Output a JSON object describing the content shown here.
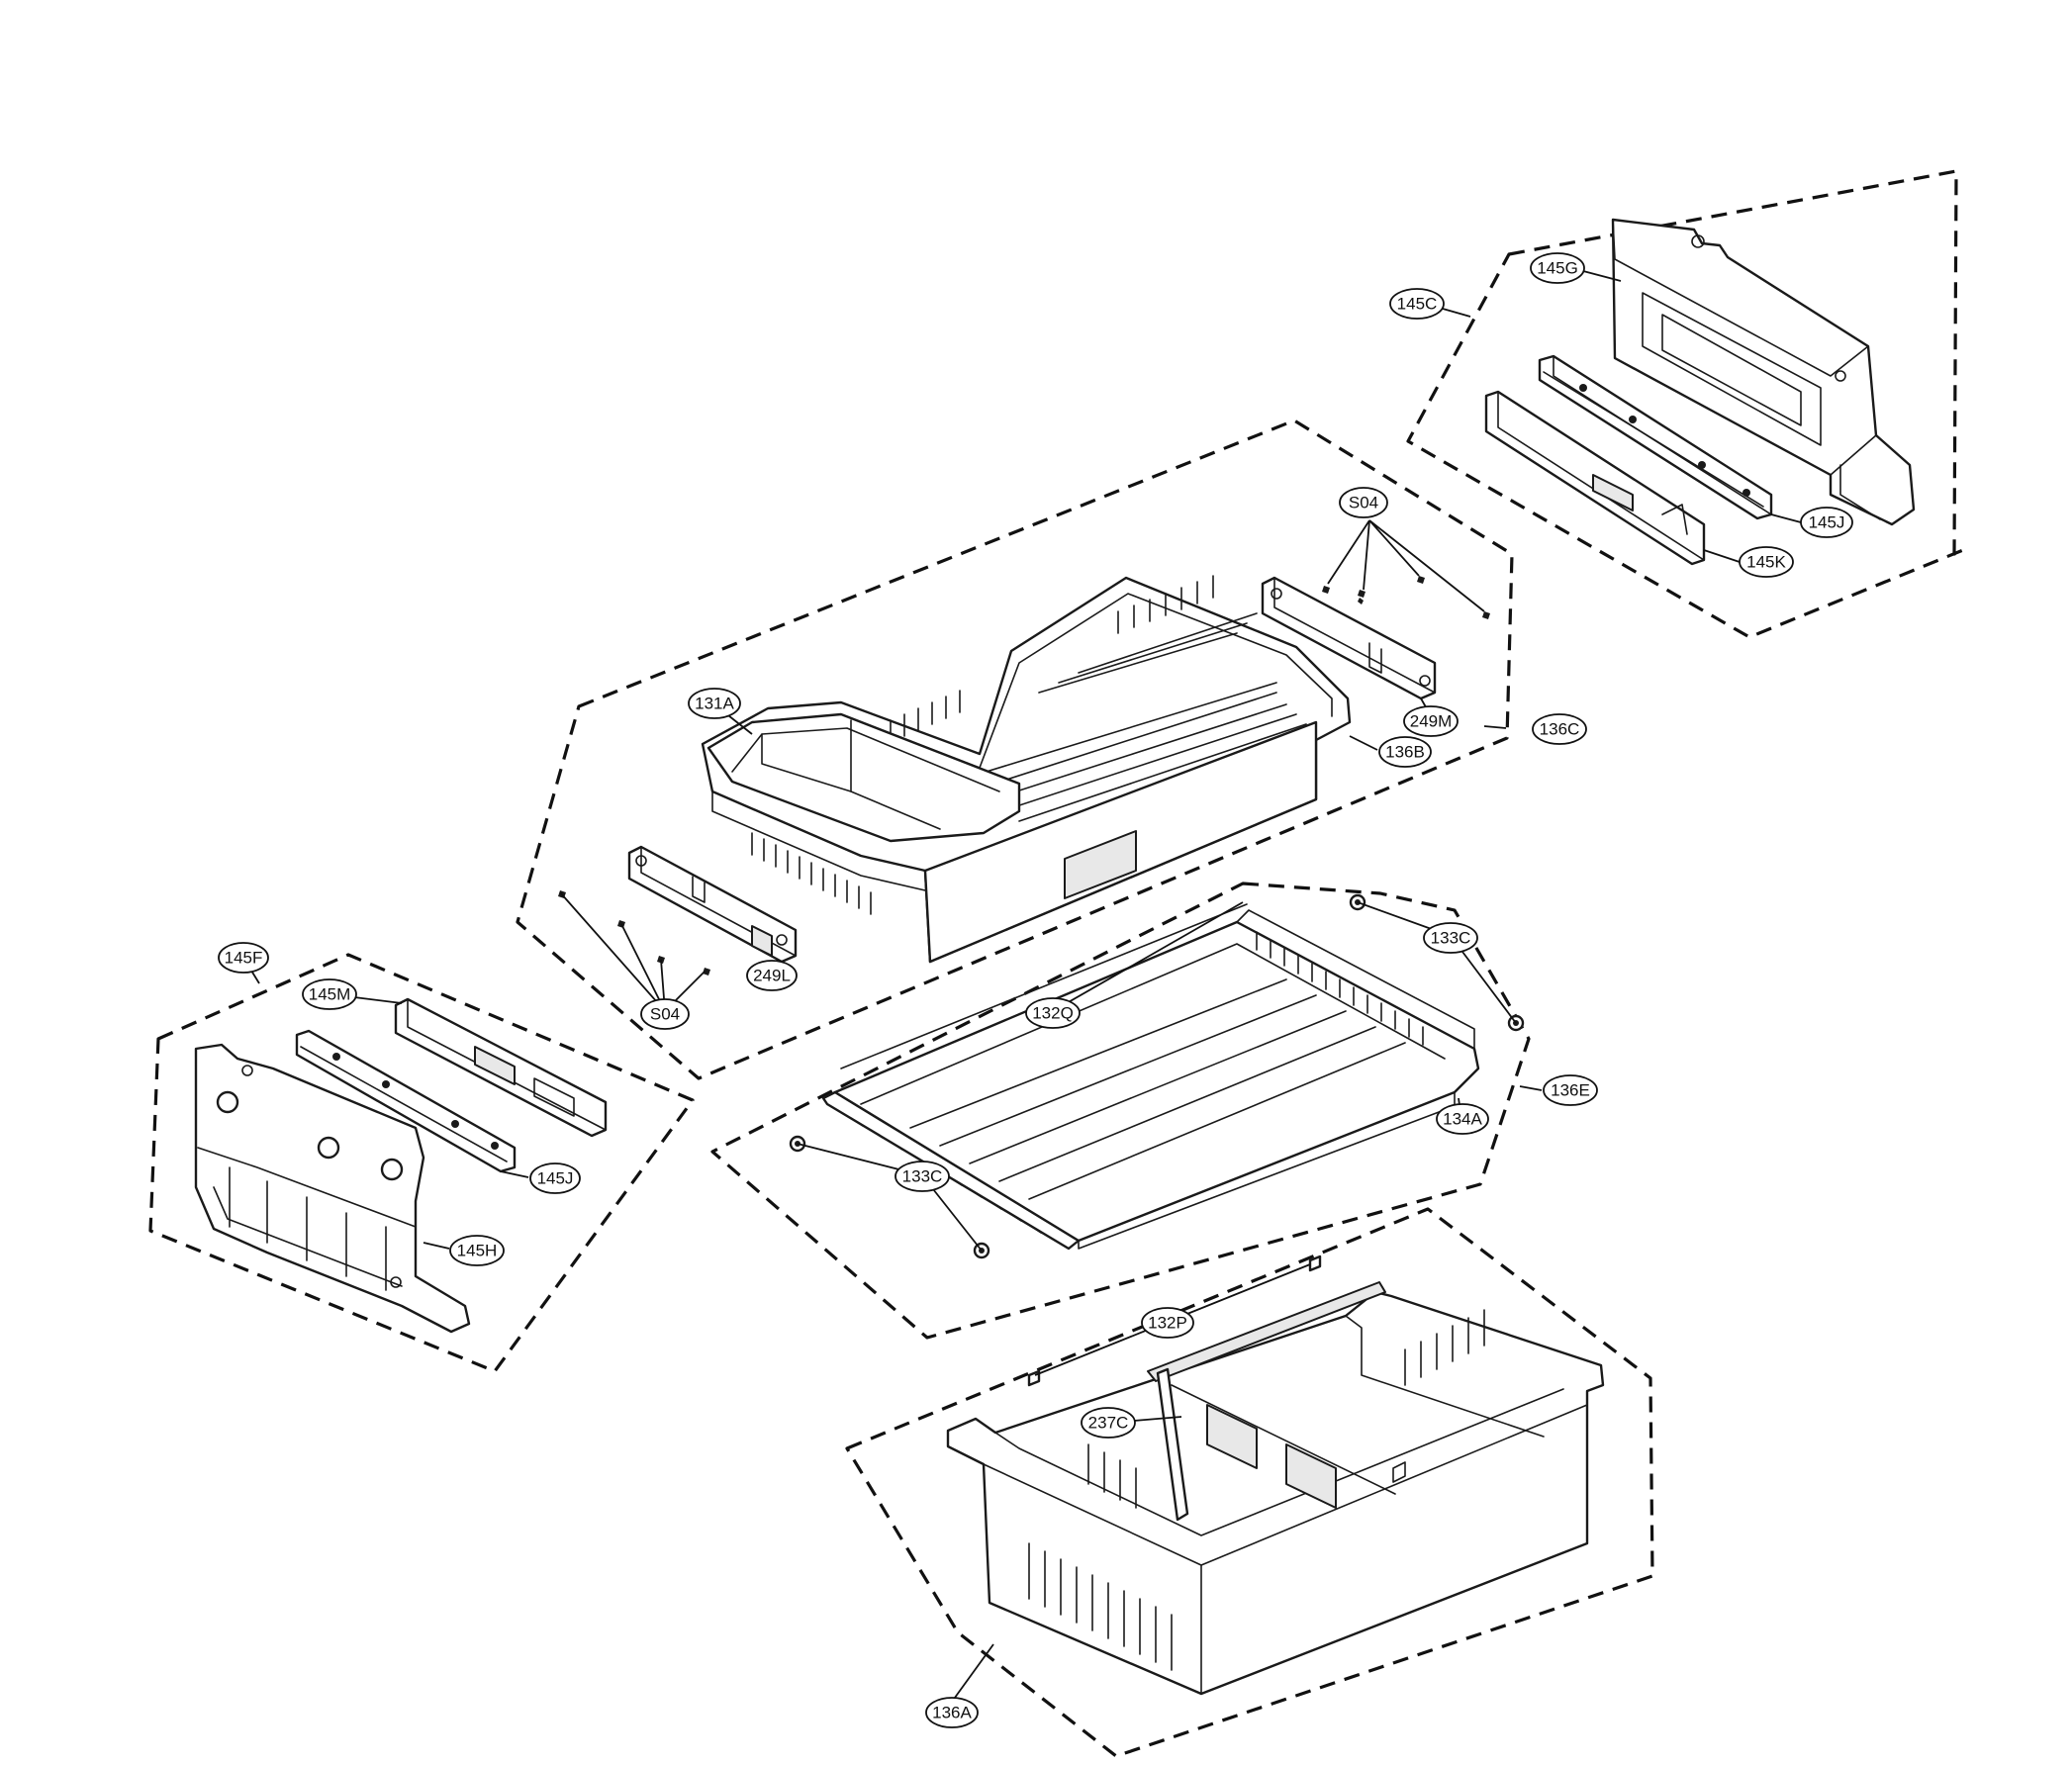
{
  "diagram": {
    "parts": {
      "p145C": "145C",
      "p145G": "145G",
      "p145J_top": "145J",
      "p145K": "145K",
      "pS04_top": "S04",
      "p249M": "249M",
      "p136C": "136C",
      "p131A": "131A",
      "p136B": "136B",
      "p249L": "249L",
      "pS04_bottom": "S04",
      "p145F": "145F",
      "p145M": "145M",
      "p145J_left": "145J",
      "p145H": "145H",
      "p133C_top": "133C",
      "p132Q": "132Q",
      "p136E": "136E",
      "p134A": "134A",
      "p133C_bottom": "133C",
      "p132P": "132P",
      "p237C": "237C",
      "p136A": "136A"
    }
  }
}
